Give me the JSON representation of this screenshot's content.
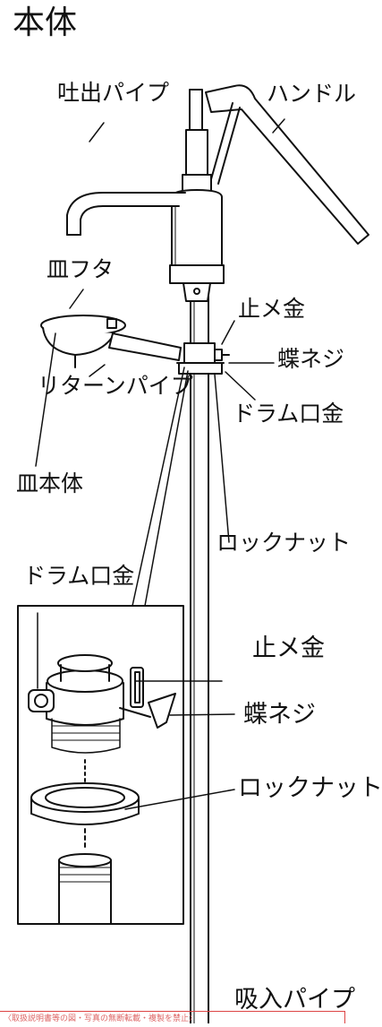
{
  "title": "本体",
  "labels": {
    "discharge_pipe": "吐出パイプ",
    "handle": "ハンドル",
    "dish_lid": "皿フタ",
    "stop_fitting_top": "止メ金",
    "wing_screw_top": "蝶ネジ",
    "return_pipe": "リターンパイプ",
    "drum_fitting_top": "ドラム口金",
    "dish_body": "皿本体",
    "lock_nut_top": "ロックナット",
    "drum_fitting_detail": "ドラム口金",
    "stop_fitting_detail": "止メ金",
    "wing_screw_detail": "蝶ネジ",
    "lock_nut_detail": "ロックナット",
    "suction_pipe": "吸入パイプ"
  },
  "footer_note": "〈取扱説明書等の図・写真の無断転載・複製を禁止〉"
}
